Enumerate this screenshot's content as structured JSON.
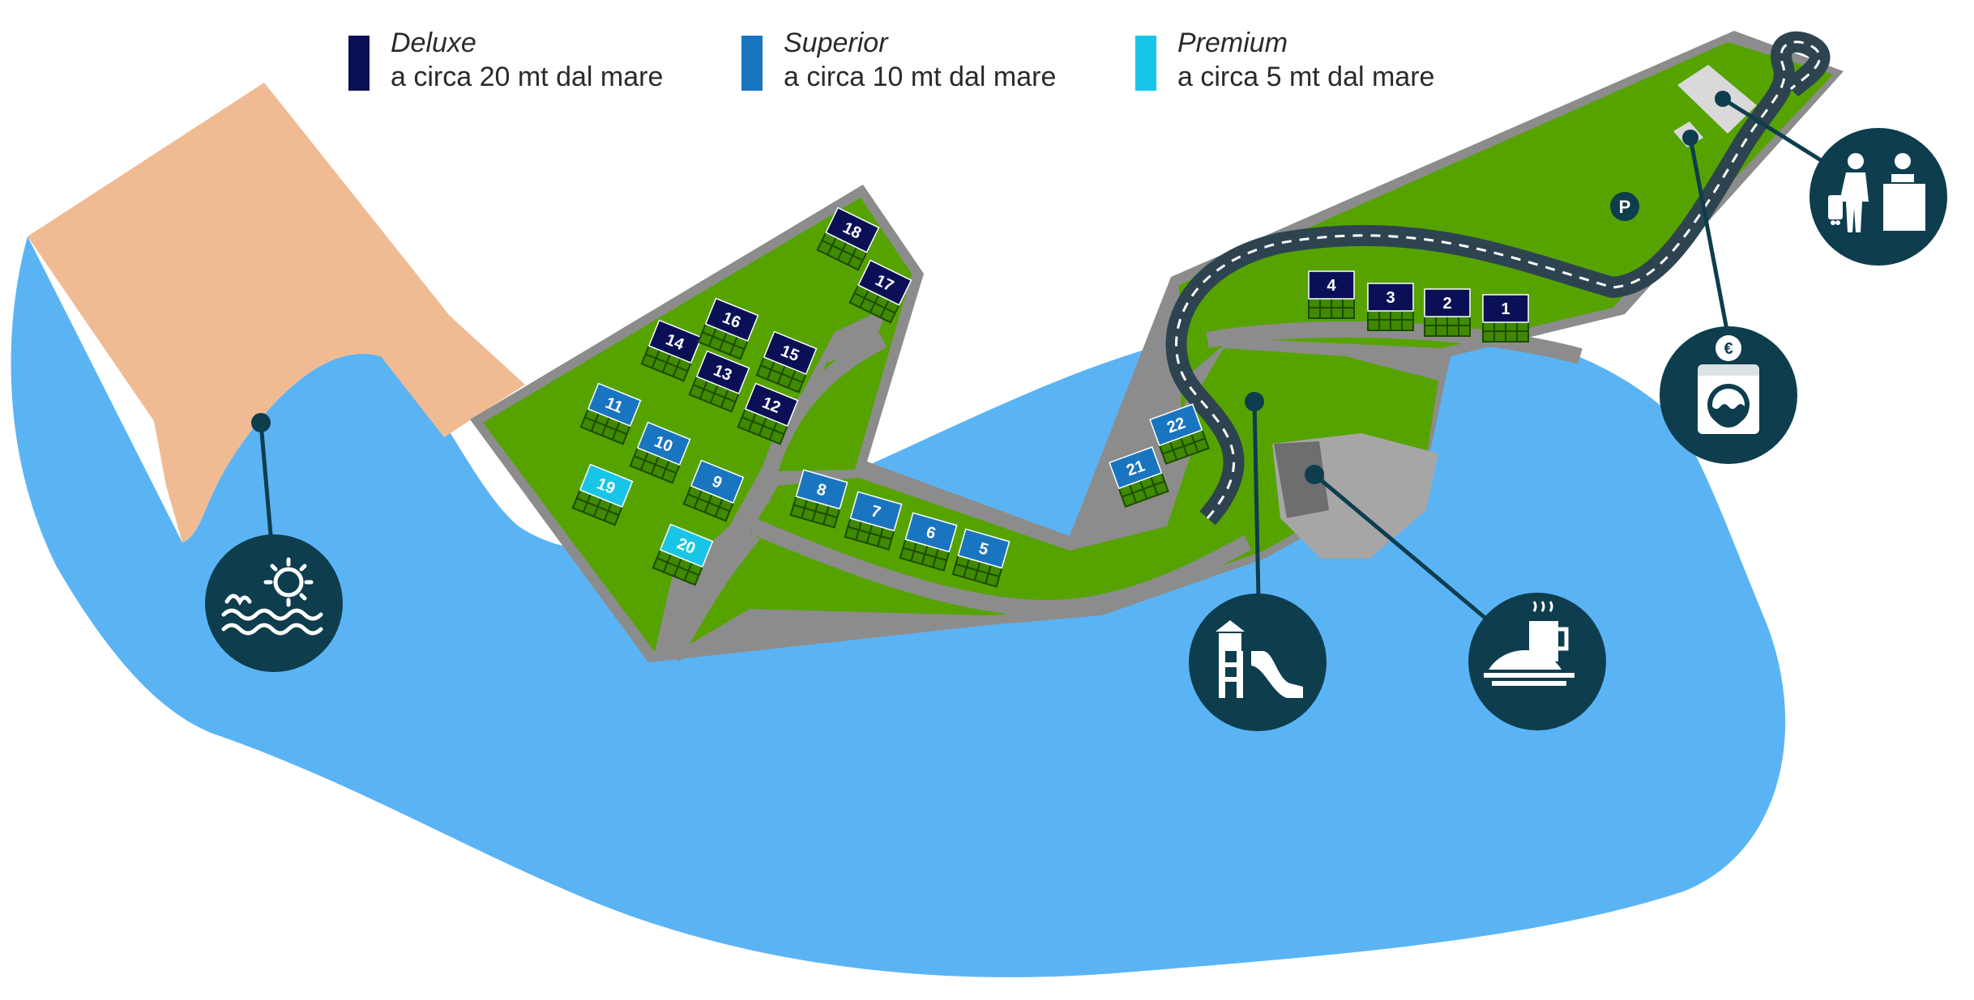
{
  "legend": [
    {
      "key": "deluxe",
      "title": "Deluxe",
      "desc": "a circa 20 mt dal mare",
      "color": "#0b1056"
    },
    {
      "key": "superior",
      "title": "Superior",
      "desc": "a circa 10 mt dal mare",
      "color": "#1a75c0"
    },
    {
      "key": "premium",
      "title": "Premium",
      "desc": "a circa 5 mt dal mare",
      "color": "#19c5e6"
    }
  ],
  "colors": {
    "sea": "#5ab4f4",
    "beach": "#f0bb93",
    "grass": "#56a300",
    "path": "#8c8c8c",
    "road": "#2d4450",
    "poi": "#0e3d4e"
  },
  "units": [
    {
      "label": "1",
      "tier": "deluxe"
    },
    {
      "label": "2",
      "tier": "deluxe"
    },
    {
      "label": "3",
      "tier": "deluxe"
    },
    {
      "label": "4",
      "tier": "deluxe"
    },
    {
      "label": "5",
      "tier": "superior"
    },
    {
      "label": "6",
      "tier": "superior"
    },
    {
      "label": "7",
      "tier": "superior"
    },
    {
      "label": "8",
      "tier": "superior"
    },
    {
      "label": "9",
      "tier": "superior"
    },
    {
      "label": "10",
      "tier": "superior"
    },
    {
      "label": "11",
      "tier": "superior"
    },
    {
      "label": "12",
      "tier": "deluxe"
    },
    {
      "label": "13",
      "tier": "deluxe"
    },
    {
      "label": "14",
      "tier": "deluxe"
    },
    {
      "label": "15",
      "tier": "deluxe"
    },
    {
      "label": "16",
      "tier": "deluxe"
    },
    {
      "label": "17",
      "tier": "deluxe"
    },
    {
      "label": "18",
      "tier": "deluxe"
    },
    {
      "label": "19",
      "tier": "premium"
    },
    {
      "label": "20",
      "tier": "premium"
    },
    {
      "label": "21",
      "tier": "superior"
    },
    {
      "label": "22",
      "tier": "superior"
    }
  ],
  "parking": "P",
  "pois": [
    {
      "icon": "beach-icon"
    },
    {
      "icon": "playground-icon"
    },
    {
      "icon": "restaurant-icon"
    },
    {
      "icon": "laundry-icon"
    },
    {
      "icon": "reception-icon"
    }
  ]
}
